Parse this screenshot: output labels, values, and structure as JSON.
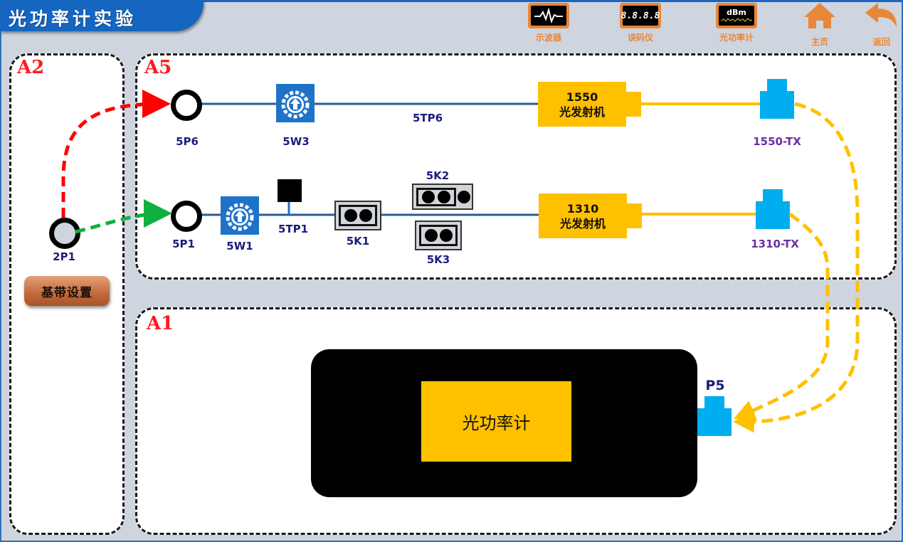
{
  "header": {
    "title": "光功率计实验",
    "toolbar": [
      {
        "id": "oscilloscope",
        "label": "示波器",
        "icon": "oscilloscope-icon"
      },
      {
        "id": "bert",
        "label": "误码仪",
        "icon": "error-meter-icon",
        "display": "8.8.8.8"
      },
      {
        "id": "power-meter",
        "label": "光功率计",
        "icon": "power-meter-icon",
        "display": "dBm"
      },
      {
        "id": "home",
        "label": "主页",
        "icon": "home-icon"
      },
      {
        "id": "back",
        "label": "返回",
        "icon": "back-arrow-icon"
      }
    ]
  },
  "regions": {
    "a2": {
      "label": "A2"
    },
    "a5": {
      "label": "A5"
    },
    "a1": {
      "label": "A1"
    }
  },
  "a2": {
    "port": {
      "label": "2P1"
    },
    "baseband_button": "基带设置"
  },
  "a5": {
    "row1": {
      "port": "5P6",
      "pot": "5W3",
      "testpoint": "5TP6",
      "transmitter": {
        "wavelength": "1550",
        "name": "光发射机"
      },
      "fiber_port": "1550-TX"
    },
    "row2": {
      "port": "5P1",
      "pot": "5W1",
      "testpoint": "5TP1",
      "jumpers": [
        "5K1",
        "5K2",
        "5K3"
      ],
      "transmitter": {
        "wavelength": "1310",
        "name": "光发射机"
      },
      "fiber_port": "1310-TX"
    }
  },
  "a1": {
    "meter_label": "光功率计",
    "port": "P5"
  },
  "colors": {
    "title_bar": "#1466c0",
    "toolbar_accent": "#e8873a",
    "region_label": "#ff1a1a",
    "signal_wire": "#2b5a96",
    "fiber": "#ffc000",
    "fiber_port": "#00aeef",
    "link_red": "#ff0000",
    "link_green": "#10b040"
  }
}
